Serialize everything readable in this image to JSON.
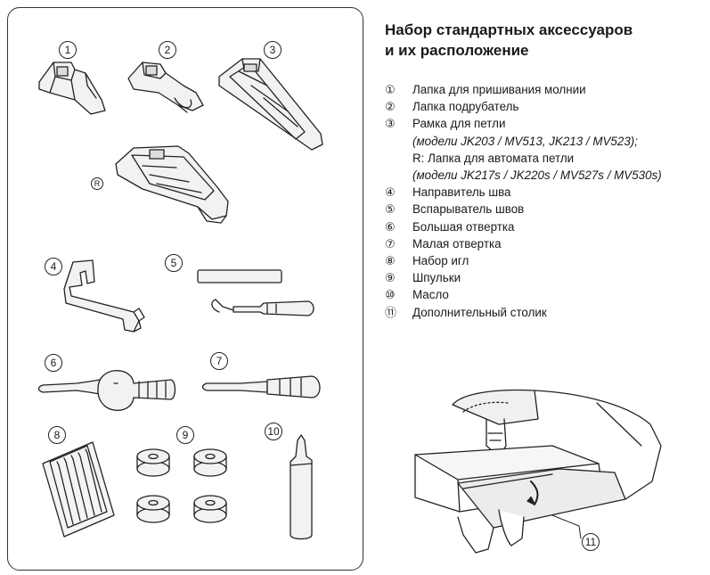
{
  "title_line1": "Набор стандартных аксессуаров",
  "title_line2": "и их расположение",
  "items": [
    {
      "marker": "①",
      "text": "Лапка для пришивания молнии"
    },
    {
      "marker": "②",
      "text": "Лапка подрубатель"
    },
    {
      "marker": "③",
      "text": "Рамка для петли"
    },
    {
      "marker": "",
      "text": "(модели JK203 / MV513, JK213 / MV523);",
      "italic": true
    },
    {
      "marker": "",
      "text": "R: Лапка для автомата петли"
    },
    {
      "marker": "",
      "text": "(модели JK217s / JK220s / MV527s / MV530s)",
      "italic": true
    },
    {
      "marker": "④",
      "text": "Направитель шва"
    },
    {
      "marker": "⑤",
      "text": "Вспарыватель швов"
    },
    {
      "marker": "⑥",
      "text": "Большая отвертка"
    },
    {
      "marker": "⑦",
      "text": "Малая отвертка"
    },
    {
      "marker": "⑧",
      "text": "Набор игл"
    },
    {
      "marker": "⑨",
      "text": "Шпульки"
    },
    {
      "marker": "⑩",
      "text": "Масло"
    },
    {
      "marker": "⑪",
      "text": "Дополнительный столик"
    }
  ],
  "figure_labels": {
    "n1": "1",
    "n2": "2",
    "n3": "3",
    "r": "R",
    "n4": "4",
    "n5": "5",
    "n6": "6",
    "n7": "7",
    "n8": "8",
    "n9": "9",
    "n10": "10",
    "n11": "11"
  }
}
